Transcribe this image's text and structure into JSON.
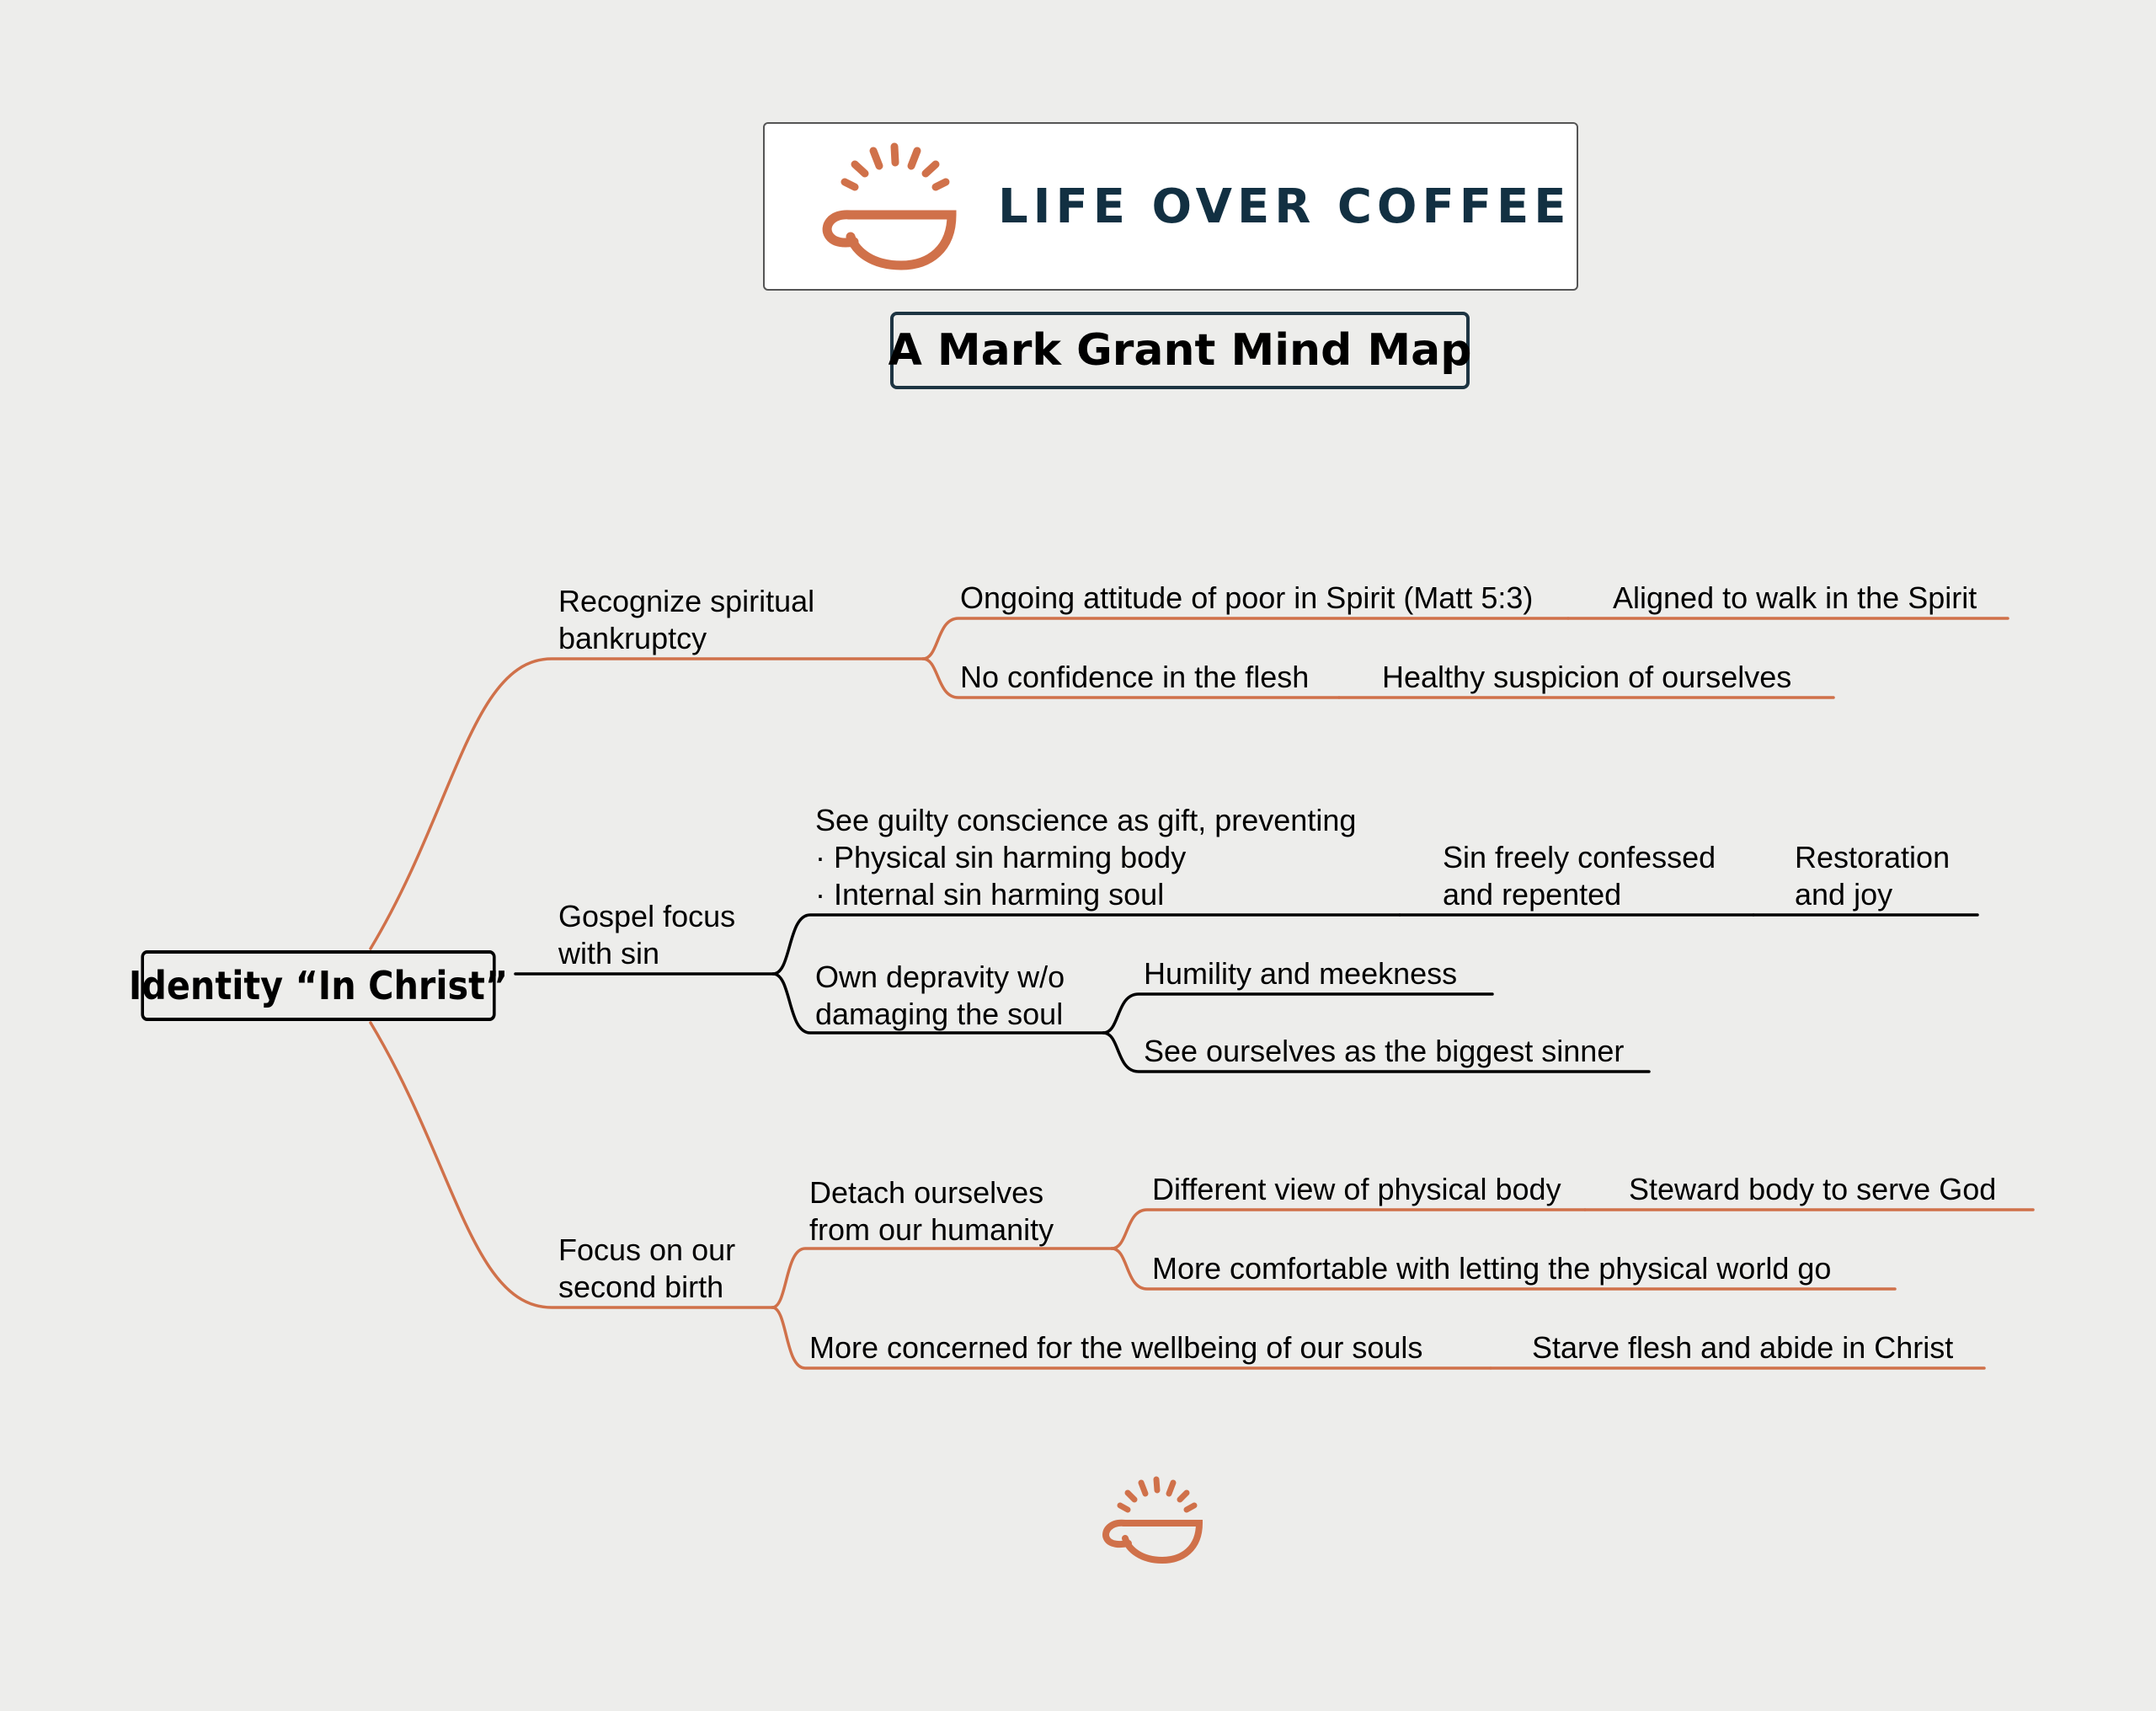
{
  "header": {
    "brand_name": "LIFE OVER COFFEE",
    "logo_icon": "coffee-cup-sunrise-icon",
    "subtitle": "A Mark Grant Mind Map"
  },
  "colors": {
    "background": "#ededeb",
    "accent": "#d0714a",
    "brand_text": "#123042",
    "root_link": "#000000"
  },
  "mindmap": {
    "root": "Identity “In Christ”",
    "branches": [
      {
        "label": [
          "Recognize spiritual",
          "bankruptcy"
        ],
        "children": [
          {
            "label": [
              "Ongoing attitude of poor in Spirit (Matt 5:3)"
            ],
            "children": [
              {
                "label": [
                  "Aligned to walk in the Spirit"
                ]
              }
            ]
          },
          {
            "label": [
              "No confidence in the flesh"
            ],
            "children": [
              {
                "label": [
                  "Healthy suspicion of ourselves"
                ]
              }
            ]
          }
        ]
      },
      {
        "label": [
          "Gospel focus",
          "with sin"
        ],
        "children": [
          {
            "label": [
              "See guilty conscience as gift, preventing",
              "· Physical sin harming body",
              "· Internal sin harming soul"
            ],
            "children": [
              {
                "label": [
                  "Sin freely confessed",
                  "and repented"
                ],
                "children": [
                  {
                    "label": [
                      "Restoration",
                      "and joy"
                    ]
                  }
                ]
              }
            ]
          },
          {
            "label": [
              "Own depravity w/o",
              "damaging the soul"
            ],
            "children": [
              {
                "label": [
                  "Humility and meekness"
                ]
              },
              {
                "label": [
                  "See ourselves as the biggest sinner"
                ]
              }
            ]
          }
        ]
      },
      {
        "label": [
          "Focus on our",
          "second birth"
        ],
        "children": [
          {
            "label": [
              "Detach ourselves",
              "from our humanity"
            ],
            "children": [
              {
                "label": [
                  "Different view of physical body"
                ],
                "children": [
                  {
                    "label": [
                      "Steward body to serve God"
                    ]
                  }
                ]
              },
              {
                "label": [
                  "More comfortable with letting the physical world go"
                ]
              }
            ]
          },
          {
            "label": [
              "More concerned for the wellbeing of our souls"
            ],
            "children": [
              {
                "label": [
                  "Starve flesh and abide in Christ"
                ]
              }
            ]
          }
        ]
      }
    ]
  }
}
